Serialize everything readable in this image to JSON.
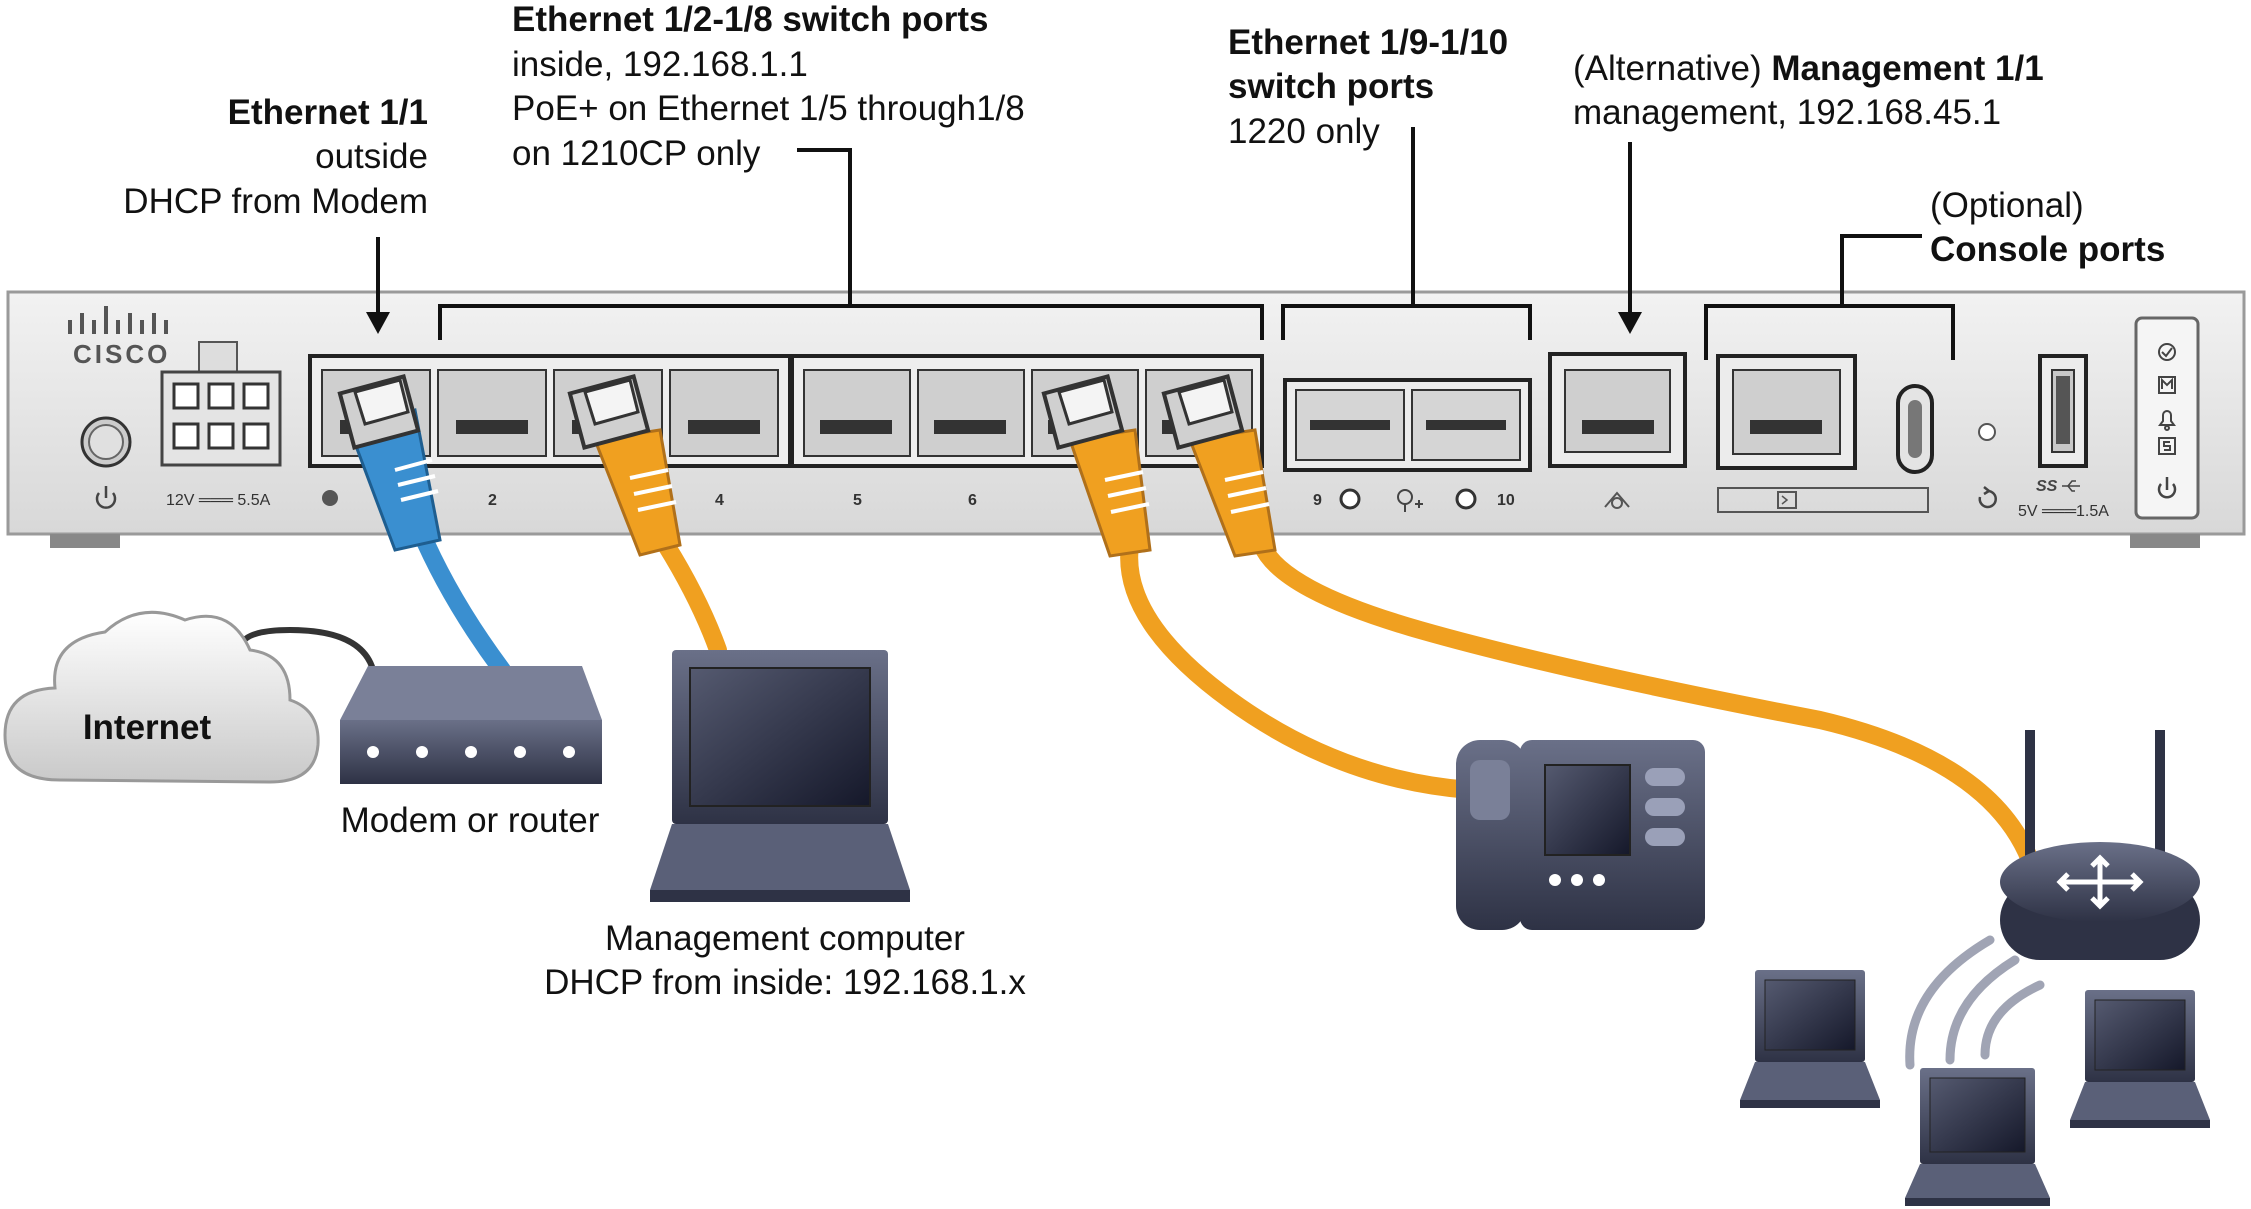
{
  "labels": {
    "eth11": {
      "title": "Ethernet 1/1",
      "line1": "outside",
      "line2": "DHCP from Modem"
    },
    "eth12_18": {
      "title": "Ethernet 1/2-1/8 switch ports",
      "line1": "inside, 192.168.1.1",
      "line2": "PoE+ on Ethernet 1/5 through1/8",
      "line3": "on 1210CP only"
    },
    "eth19_110": {
      "title1": "Ethernet 1/9-1/10",
      "title2": "switch ports",
      "line1": "1220 only"
    },
    "mgmt": {
      "prefix": "(Alternative) ",
      "title": "Management 1/1",
      "line1": "management, 192.168.45.1"
    },
    "console": {
      "line1": "(Optional)",
      "title": "Console ports"
    },
    "internet": "Internet",
    "modem": "Modem or router",
    "mgmt_computer": {
      "line1": "Management computer",
      "line2": "DHCP from inside: 192.168.1.x"
    }
  },
  "device": {
    "brand": "CISCO",
    "power_rating": "12V ═══ 5.5A",
    "port_numbers": [
      "2",
      "4",
      "5",
      "6",
      "9",
      "10"
    ],
    "usb_rating": "5V ═══1.5A",
    "usb_ss": "SS"
  },
  "colors": {
    "outside_cable": "#3a8fd0",
    "inside_cable": "#f0a020",
    "chassis": "#e8e8e8",
    "device_dark": "#3d4258"
  }
}
